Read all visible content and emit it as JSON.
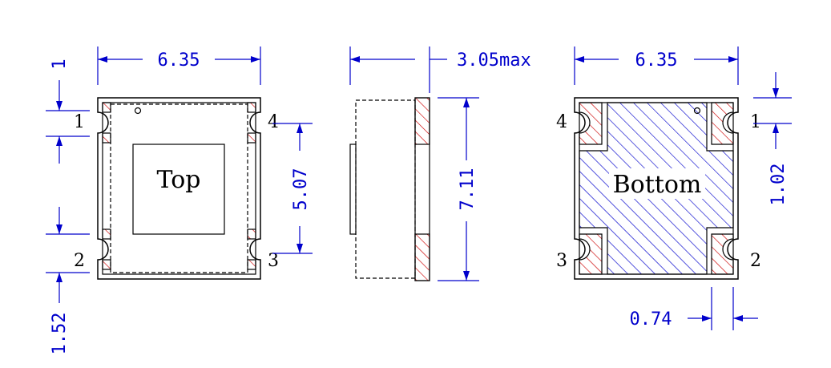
{
  "colors": {
    "dimension": "#0000cc",
    "outline": "#000000",
    "pad_hatch": "#cc0000",
    "ground_hatch": "#0000cc"
  },
  "views": {
    "top_label": "Top",
    "bottom_label": "Bottom"
  },
  "dimensions": {
    "top_width": "6.35",
    "side_thickness": "3.05max",
    "bottom_width": "6.35",
    "pad_height": "1",
    "pad_gap": "1.52",
    "pin_pitch": "5.07",
    "body_length": "7.11",
    "bottom_pad_height": "1.02",
    "bottom_pad_width": "0.74"
  },
  "pins": {
    "top_left_upper": "1",
    "top_left_lower": "2",
    "top_right_upper": "4",
    "top_right_lower": "3",
    "bottom_left_upper": "4",
    "bottom_left_lower": "3",
    "bottom_right_upper": "1",
    "bottom_right_lower": "2"
  }
}
